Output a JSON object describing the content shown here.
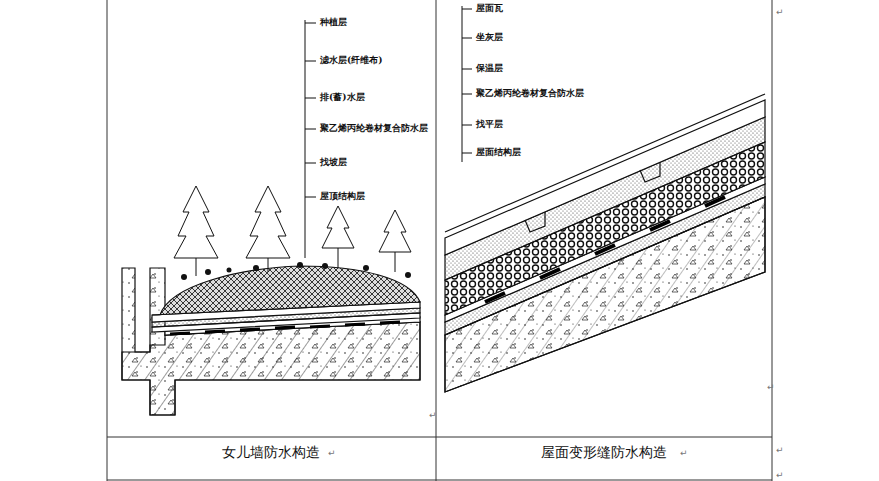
{
  "diagram": {
    "labels": [
      "种植层",
      "滤水层(纤维布)",
      "排(蓄)水层",
      "聚乙烯丙纶卷材复合防水层",
      "找坡层",
      "屋顶结构层",
      "屋面瓦",
      "坐灰层",
      "保温层",
      "聚乙烯丙纶卷材复合防水层",
      "找平层",
      "屋面结构层",
      "女儿墙防水构造",
      "屋面变形缝防水构造",
      "↵",
      "↵",
      "↵",
      "↵",
      "↵",
      "↵",
      "↵"
    ]
  }
}
